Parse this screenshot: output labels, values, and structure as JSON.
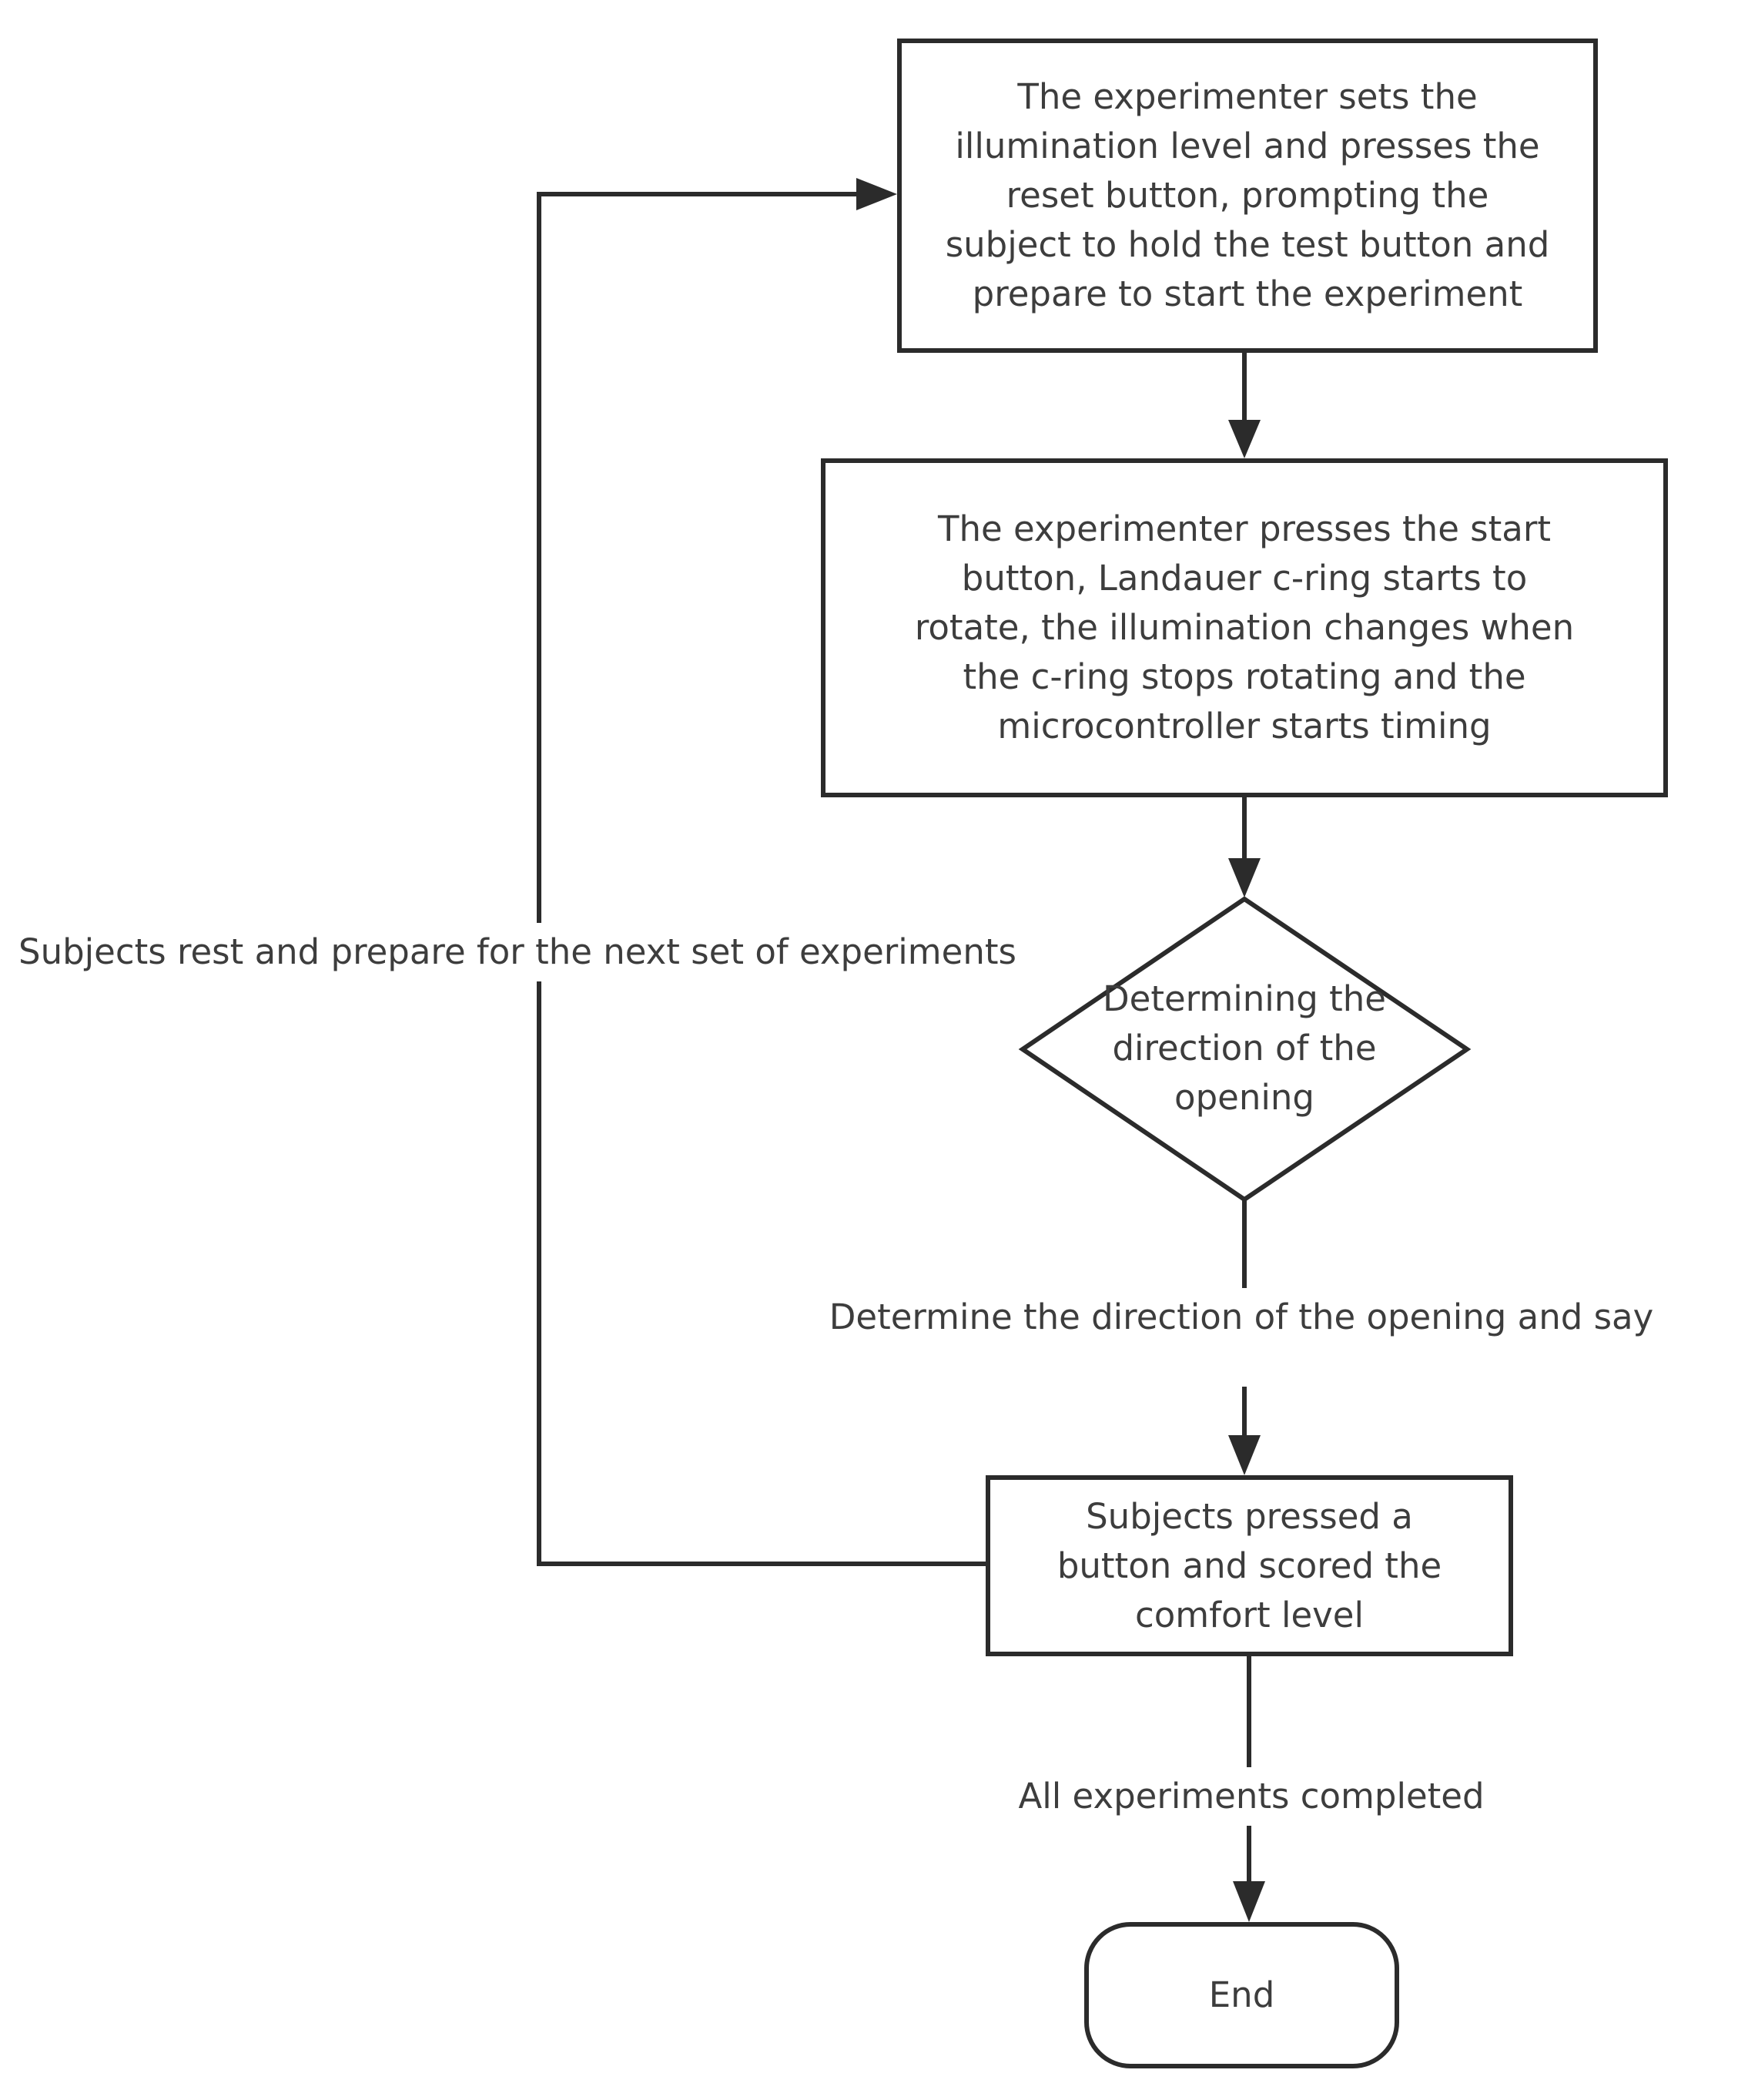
{
  "theme": {
    "line": "#2b2b2b",
    "text": "#3d3d3d",
    "node-bg": "#ffffff"
  },
  "nodes": {
    "setup": {
      "type": "process",
      "text": "The experimenter sets the\nillumination level and presses the\nreset button, prompting the\nsubject to hold the test button and\nprepare to start the experiment"
    },
    "start": {
      "type": "process",
      "text": "The experimenter presses the start\nbutton, Landauer c-ring starts to\nrotate, the illumination changes when\nthe c-ring stops rotating and the\nmicrocontroller starts timing"
    },
    "decision": {
      "type": "decision",
      "text": "Determining the\ndirection of the\nopening"
    },
    "score": {
      "type": "process",
      "text": "Subjects pressed a\nbutton and scored the\ncomfort level"
    },
    "end": {
      "type": "terminator",
      "text": "End"
    }
  },
  "edge_labels": {
    "rest": "Subjects rest and prepare for the next set of experiments",
    "say": "Determine the direction of the opening and say",
    "completed": "All experiments completed"
  }
}
